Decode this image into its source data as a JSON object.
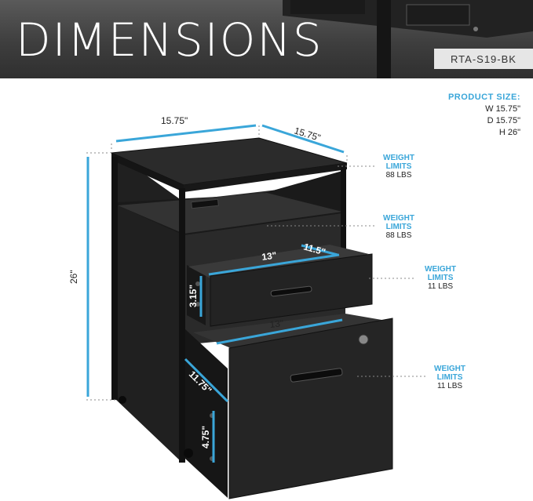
{
  "banner": {
    "title": "DIMENSIONS",
    "model": "RTA-S19-BK"
  },
  "product_size": {
    "title": "PRODUCT SIZE:",
    "width": "W 15.75\"",
    "depth": "D 15.75\"",
    "height": "H 26\""
  },
  "dimensions": {
    "top_width": "15.75\"",
    "top_depth": "15.75\"",
    "height": "26\"",
    "drawer1_width": "13\"",
    "drawer1_depth": "11.5\"",
    "drawer1_height": "3.15\"",
    "drawer2_width": "13\"",
    "drawer2_depth": "11.75\"",
    "drawer2_height": "4.75\""
  },
  "weight_limits": [
    {
      "title": "WEIGHT LIMITS",
      "value": "88 LBS"
    },
    {
      "title": "WEIGHT LIMITS",
      "value": "88 LBS"
    },
    {
      "title": "WEIGHT LIMITS",
      "value": "11 LBS"
    },
    {
      "title": "WEIGHT LIMITS",
      "value": "11 LBS"
    }
  ],
  "colors": {
    "accent": "#3aa6d9",
    "cabinet": "#1e1e1e",
    "banner": "#3e3e3e"
  }
}
